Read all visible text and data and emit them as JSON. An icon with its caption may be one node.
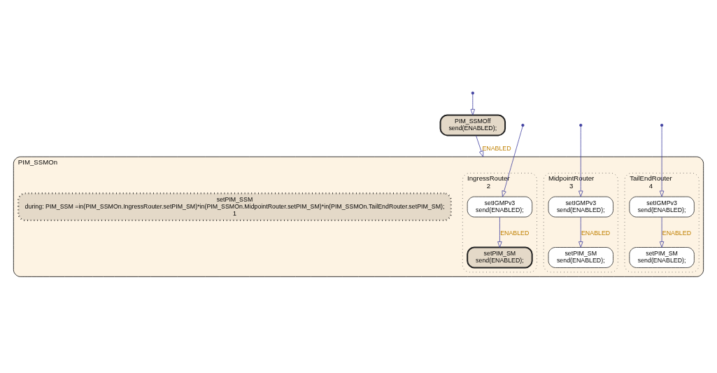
{
  "diagram": {
    "nodes": [
      {
        "text": [
          "PIM_SSMOn"
        ]
      },
      {
        "text": [
          "IngressRouter",
          "2"
        ],
        "in": 0
      },
      {
        "text": [
          "setIGMPv3",
          "send(ENABLED);"
        ],
        "in": 1
      },
      {
        "text": [
          "setPIM_SM",
          "send(ENABLED);"
        ],
        "in": 1
      },
      {
        "text": [
          "MidpointRouter",
          "3"
        ],
        "in": 0
      },
      {
        "text": [
          "setIGMPv3",
          "send(ENABLED);"
        ],
        "in": 4
      },
      {
        "text": [
          "setPIM_SM",
          "send(ENABLED);"
        ],
        "in": 4
      },
      {
        "text": [
          "TailEndRouter",
          "4"
        ],
        "in": 0
      },
      {
        "text": [
          "setIGMPv3",
          "send(ENABLED);"
        ],
        "in": 7
      },
      {
        "text": [
          "setPIM_SM",
          "send(ENABLED);"
        ],
        "in": 7
      },
      {
        "text": [
          "setPIM_SSM",
          "during: PIM_SSM =in(PIM_SSMOn.IngressRouter.setPIM_SM)*in(PIM_SSMOn.MidpointRouter.setPIM_SM)*in(PIM_SSMOn.TailEndRouter.setPIM_SM);",
          "1"
        ],
        "in": 0
      },
      {
        "text": [
          "PIM_SSMOff",
          "send(ENABLED);"
        ]
      }
    ],
    "edges": [
      {
        "from": null,
        "to": 2,
        "arrow": "to"
      },
      {
        "from": 2,
        "to": 3,
        "label": "ENABLED",
        "arrow": "to"
      },
      {
        "from": null,
        "to": 5,
        "arrow": "to"
      },
      {
        "from": 5,
        "to": 6,
        "label": "ENABLED",
        "arrow": "to"
      },
      {
        "from": null,
        "to": 8,
        "arrow": "to"
      },
      {
        "from": 8,
        "to": 9,
        "label": "ENABLED",
        "arrow": "to"
      },
      {
        "from": null,
        "to": 11,
        "arrow": "to"
      },
      {
        "from": 11,
        "to": 0,
        "label": "ENABLED",
        "arrow": "to"
      }
    ]
  }
}
